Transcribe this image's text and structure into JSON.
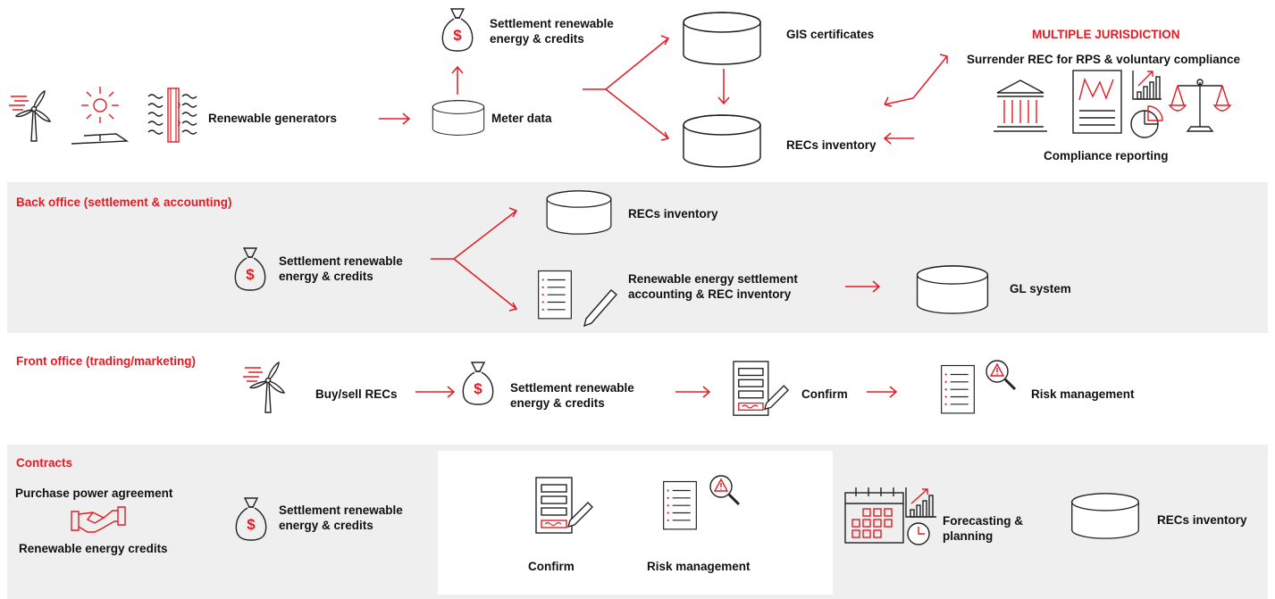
{
  "colors": {
    "accent": "#e31b23",
    "band": "#efefef",
    "ink": "#222222"
  },
  "top": {
    "renewable_generators": "Renewable generators",
    "meter_data": "Meter data",
    "settlement": "Settlement renewable energy & credits",
    "gis_certificates": "GIS certificates",
    "recs_inventory": "RECs inventory",
    "multiple_jurisdiction": "MULTIPLE JURISDICTION",
    "surrender": "Surrender REC for RPS & voluntary compliance",
    "compliance_reporting": "Compliance reporting"
  },
  "back_office": {
    "title": "Back office (settlement & accounting)",
    "settlement": "Settlement renewable energy & credits",
    "recs_inventory": "RECs inventory",
    "accounting": "Renewable energy settlement accounting & REC inventory",
    "gl_system": "GL system"
  },
  "front_office": {
    "title": "Front office (trading/marketing)",
    "buy_sell": "Buy/sell RECs",
    "settlement": "Settlement renewable energy & credits",
    "confirm": "Confirm",
    "risk_management": "Risk management"
  },
  "contracts": {
    "title": "Contracts",
    "ppa": "Purchase power agreement",
    "rec_credits": "Renewable energy credits",
    "settlement": "Settlement renewable energy & credits",
    "confirm": "Confirm",
    "risk_management": "Risk management",
    "forecasting": "Forecasting & planning",
    "recs_inventory": "RECs inventory"
  },
  "icons": [
    "wind-turbine-icon",
    "sun-solar-panel-icon",
    "hydro-icon",
    "money-bag-icon",
    "database-icon",
    "bank-icon",
    "chart-document-icon",
    "bar-chart-icon",
    "pie-chart-icon",
    "scale-icon",
    "document-pen-icon",
    "risk-magnifier-icon",
    "handshake-icon",
    "calendar-icon",
    "clock-icon"
  ]
}
